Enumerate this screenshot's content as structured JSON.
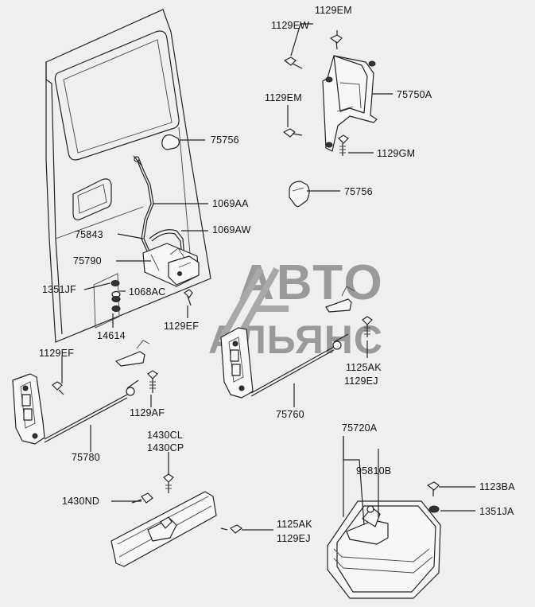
{
  "watermark": {
    "line1": "АВТО",
    "line2": "АЛЬЯНС"
  },
  "labels": {
    "p1129EM_top": "1129EM",
    "p1129EW": "1129EW",
    "p75750A": "75750A",
    "p1129EM_mid": "1129EM",
    "p1129GM": "1129GM",
    "p75756_a": "75756",
    "p75756_b": "75756",
    "p1069AA": "1069AA",
    "p75843": "75843",
    "p1069AW": "1069AW",
    "p75790": "75790",
    "p1351JF": "1351JF",
    "p1068AC": "1068AC",
    "p14614": "14614",
    "p1129EF_a": "1129EF",
    "p1129EF_b": "1129EF",
    "p1125AK_a": "1125AK",
    "p1129EJ_a": "1129EJ",
    "p75760": "75760",
    "p1129AF": "1129AF",
    "p75780": "75780",
    "p1430CL": "1430CL",
    "p1430CP": "1430CP",
    "p1430ND": "1430ND",
    "p1125AK_b": "1125AK",
    "p1129EJ_b": "1129EJ",
    "p75720A": "75720A",
    "p95810B": "95810B",
    "p1123BA": "1123BA",
    "p1351JA": "1351JA"
  }
}
